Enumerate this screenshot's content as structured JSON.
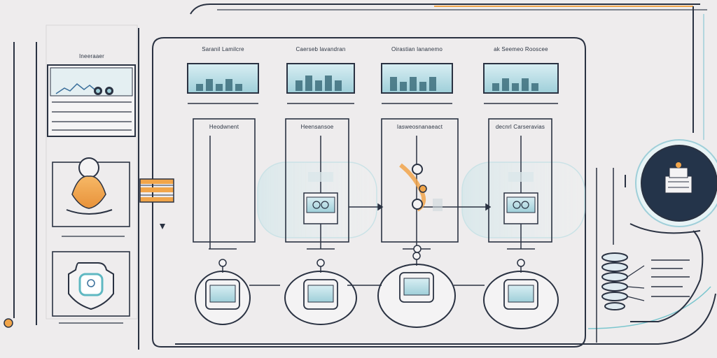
{
  "sidebar": {
    "title": "Ineeraaer",
    "icons": [
      "chart-card-icon",
      "person-badge-icon",
      "shield-badge-icon"
    ]
  },
  "columns": [
    {
      "header": "Saranil Lamilcre",
      "label": "Heodwnent"
    },
    {
      "header": "Caerseb lavandran",
      "label": "Heensansoe"
    },
    {
      "header": "Oirastian lananemo",
      "label": "Iasweosnanaeact"
    },
    {
      "header": "ak Seemeo Rooscee",
      "label": "decnrl Carseravias"
    }
  ],
  "colors": {
    "line": "#2a3242",
    "panel": "#f4f3f4",
    "accent_orange": "#f1a54a",
    "accent_teal": "#5fb8c2",
    "accent_blue": "#3a6f9b",
    "gold": "#d7a24c",
    "dark_disc": "#24344a"
  }
}
